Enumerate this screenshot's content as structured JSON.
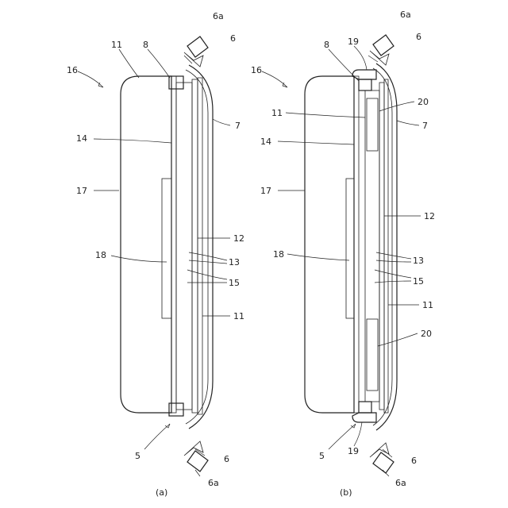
{
  "figure": {
    "panels": [
      {
        "caption": "(a)",
        "labels": {
          "l16": "16",
          "l11top": "11",
          "l8": "8",
          "l6a_top": "6a",
          "l6_top": "6",
          "l7": "7",
          "l14": "14",
          "l17": "17",
          "l12": "12",
          "l18": "18",
          "l13": "13",
          "l15": "15",
          "l11bot": "11",
          "l5": "5",
          "l6_bot": "6",
          "l6a_bot": "6a"
        }
      },
      {
        "caption": "(b)",
        "labels": {
          "l16": "16",
          "l8": "8",
          "l19top": "19",
          "l6a_top": "6a",
          "l6_top": "6",
          "l11top": "11",
          "l20top": "20",
          "l7": "7",
          "l14": "14",
          "l17": "17",
          "l12": "12",
          "l18": "18",
          "l13": "13",
          "l15": "15",
          "l11bot": "11",
          "l20bot": "20",
          "l5": "5",
          "l19bot": "19",
          "l6_bot": "6",
          "l6a_bot": "6a"
        }
      }
    ]
  }
}
